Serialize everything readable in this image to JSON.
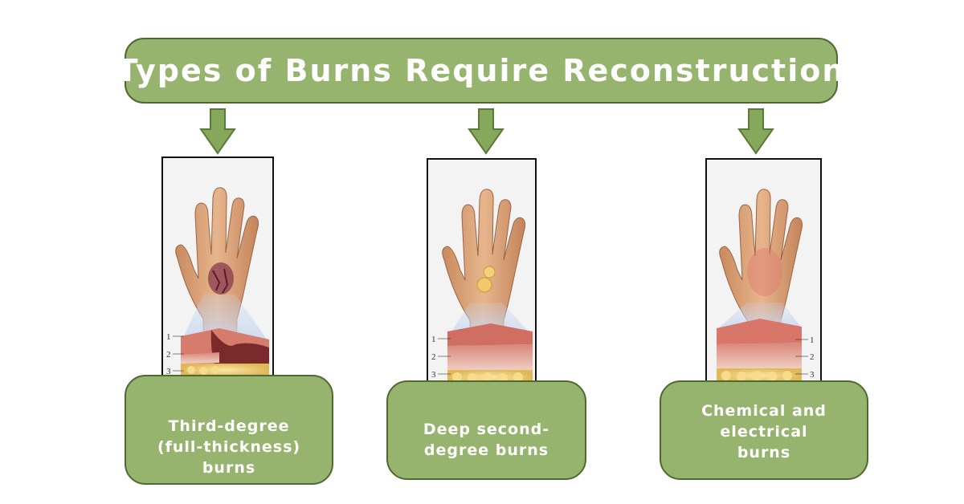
{
  "title": "Types of Burns Require Reconstruction",
  "colors": {
    "box_fill": "#96b46e",
    "box_border": "#4e6a30",
    "arrow_fill": "#86a85a",
    "text": "#ffffff"
  },
  "layer_markers": [
    "1",
    "2",
    "3"
  ],
  "burns": [
    {
      "label": "Third-degree\n(full-thickness)\nburns",
      "illustration": "hand-third-degree-burn-illustration"
    },
    {
      "label": "Deep second-\ndegree burns",
      "illustration": "hand-deep-second-degree-burn-illustration"
    },
    {
      "label": "Chemical and\nelectrical\nburns",
      "illustration": "hand-chemical-electrical-burn-illustration"
    }
  ]
}
